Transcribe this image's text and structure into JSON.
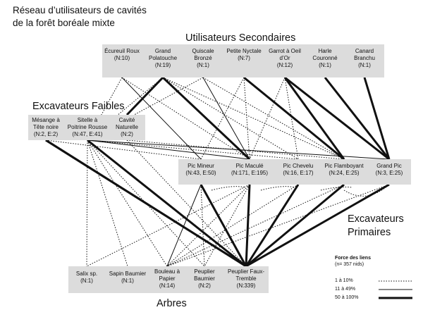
{
  "title": {
    "line1": "Réseau d’utilisateurs de cavités",
    "line2": "de la forêt boréale mixte"
  },
  "groups": {
    "secondary": "Utilisateurs Secondaires",
    "weak": "Excavateurs Faibles",
    "primary_line1": "Excavateurs",
    "primary_line2": "Primaires",
    "trees": "Arbres"
  },
  "nodes": {
    "ecureuil": {
      "name": "Écureuil Roux",
      "count": "(N:10)"
    },
    "polatouche": {
      "name1": "Grand",
      "name2": "Polatouche",
      "count": "(N:19)"
    },
    "quiscale": {
      "name1": "Quiscale",
      "name2": "Bronzé",
      "count": "(N:1)"
    },
    "nyctale": {
      "name": "Petite Nyctale",
      "count": "(N:7)"
    },
    "garrot": {
      "name1": "Garrot à Oeil",
      "name2": "d’Or",
      "count": "(N:12)"
    },
    "harle": {
      "name1": "Harle",
      "name2": "Couronné",
      "count": "(N:1)"
    },
    "canard": {
      "name1": "Canard",
      "name2": "Branchu",
      "count": "(N:1)"
    },
    "mesange": {
      "name1": "Mésange à",
      "name2": "Tête noire",
      "count": "(N:2, E:2)"
    },
    "sitelle": {
      "name1": "Sitelle à",
      "name2": "Poitrine Rousse",
      "count": "(N:47, E:41)"
    },
    "cavite": {
      "name1": "Cavité",
      "name2": "Naturelle",
      "count": "(N:2)"
    },
    "picmineur": {
      "name": "Pic Mineur",
      "count": "(N:43, E:50)"
    },
    "picmacule": {
      "name": "Pic Maculé",
      "count": "(N:171, E:195)"
    },
    "picchevelu": {
      "name": "Pic Chevelu",
      "count": "(N:16, E:17)"
    },
    "picflamboyant": {
      "name": "Pic Flamboyant",
      "count": "(N:24, E:25)"
    },
    "grandpic": {
      "name": "Grand Pic",
      "count": "(N:3, E:25)"
    },
    "salix": {
      "name": "Salix sp.",
      "count": "(N:1)"
    },
    "sapin": {
      "name": "Sapin Baumier",
      "count": "(N:1)"
    },
    "bouleau": {
      "name1": "Bouleau à",
      "name2": "Papier",
      "count": "(N:14)"
    },
    "peuplierb": {
      "name1": "Peuplier",
      "name2": "Baumier",
      "count": "(N:2)"
    },
    "peuplierf": {
      "name1": "Peuplier Faux-",
      "name2": "Tremble",
      "count": "(N:339)"
    }
  },
  "legend": {
    "title": "Force des liens",
    "subtitle": "(n= 357 nids)",
    "weak": "1 à 10%",
    "medium": "11 à 49%",
    "strong": "50 à 100%"
  },
  "colors": {
    "panel": "#dcdcdc",
    "edge": "#111111",
    "text": "#111111"
  }
}
